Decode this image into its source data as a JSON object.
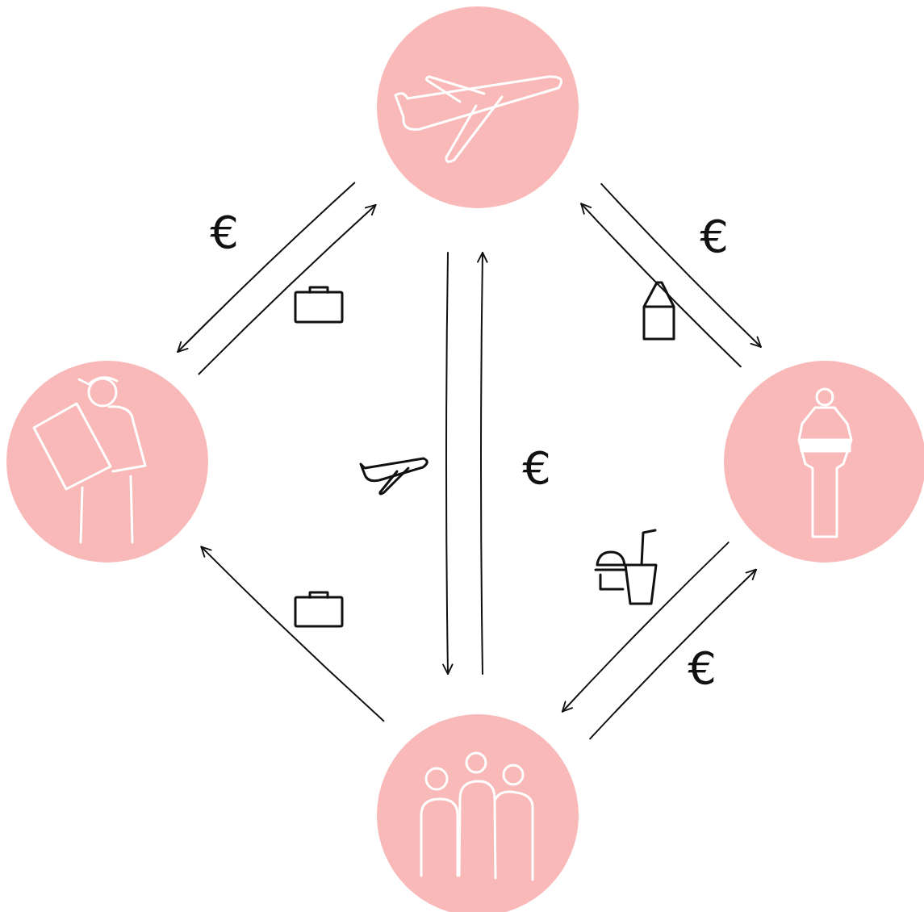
{
  "diagram": {
    "nodes": [
      {
        "text": []
      },
      {
        "text": []
      },
      {
        "text": []
      },
      {
        "text": []
      }
    ],
    "edges": [
      {
        "from": 0,
        "to": 1,
        "label": "€",
        "arrow": "to"
      },
      {
        "from": 1,
        "to": 0,
        "arrow": "to"
      },
      {
        "from": 0,
        "to": 3,
        "arrow": "to"
      },
      {
        "from": 3,
        "to": 0,
        "label": "€",
        "arrow": "to"
      },
      {
        "from": 0,
        "to": 2,
        "label": "€",
        "arrow": "to"
      },
      {
        "from": 2,
        "to": 0,
        "arrow": "to"
      },
      {
        "from": 2,
        "to": 3,
        "arrow": "to"
      },
      {
        "from": 3,
        "to": 2,
        "label": "€",
        "arrow": "to"
      },
      {
        "from": 3,
        "to": 1,
        "arrow": "to"
      }
    ]
  }
}
